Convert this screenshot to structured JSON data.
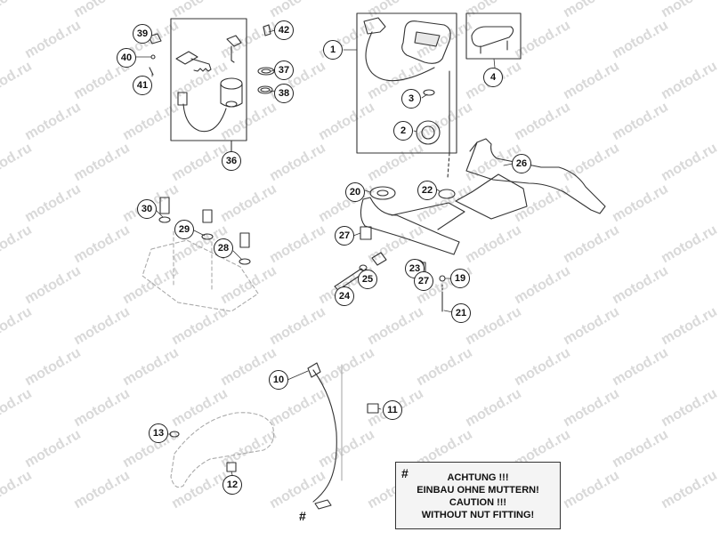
{
  "watermark_text": "motod.ru",
  "callouts": {
    "c1": "1",
    "c2": "2",
    "c3": "3",
    "c4": "4",
    "c10": "10",
    "c11": "11",
    "c12": "12",
    "c13": "13",
    "c19": "19",
    "c20": "20",
    "c21": "21",
    "c22": "22",
    "c23": "23",
    "c24": "24",
    "c25": "25",
    "c26": "26",
    "c27a": "27",
    "c27b": "27",
    "c28": "28",
    "c29": "29",
    "c30": "30",
    "c36": "36",
    "c37": "37",
    "c38": "38",
    "c39": "39",
    "c40": "40",
    "c41": "41",
    "c42": "42"
  },
  "note": {
    "marker": "#",
    "line1": "ACHTUNG !!!",
    "line2": "EINBAU OHNE MUTTERN!",
    "line3": "CAUTION !!!",
    "line4": "WITHOUT NUT FITTING!"
  },
  "cable_marker": "#",
  "colors": {
    "line": "#333333",
    "watermark": "#d9d9d9",
    "note_bg": "#f4f4f4"
  }
}
